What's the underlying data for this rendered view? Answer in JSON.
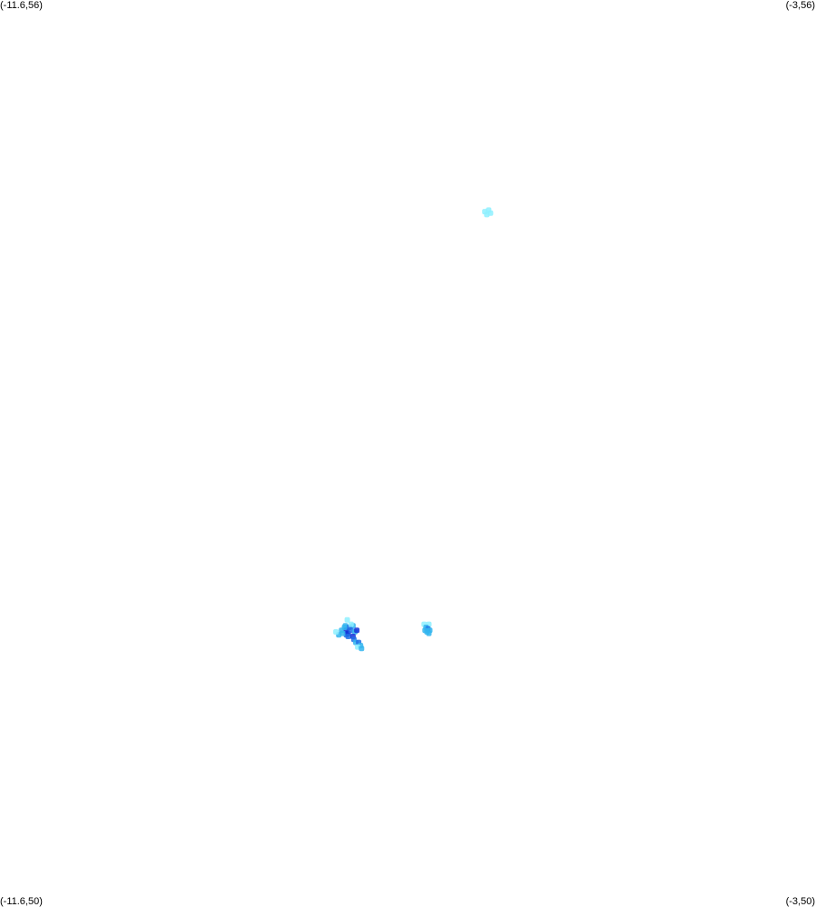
{
  "map": {
    "corners": {
      "top_left": "(-11.6,56)",
      "top_right": "(-3,56)",
      "bottom_left": "(-11.6,50)",
      "bottom_right": "(-3,50)"
    },
    "extent": {
      "lon_min": -11.6,
      "lon_max": -3,
      "lat_min": 50,
      "lat_max": 56
    },
    "colors": {
      "background": "#ffffff",
      "light": "#8ef0ff",
      "medium": "#33b5ee",
      "strong": "#1f6fe6",
      "dark": "#1030d8"
    },
    "points": [
      {
        "lon": -6.49,
        "lat": 54.6,
        "level": "light"
      },
      {
        "lon": -6.45,
        "lat": 54.61,
        "level": "light"
      },
      {
        "lon": -6.47,
        "lat": 54.58,
        "level": "light"
      },
      {
        "lon": -6.43,
        "lat": 54.59,
        "level": "light"
      },
      {
        "lon": -7.94,
        "lat": 51.9,
        "level": "light"
      },
      {
        "lon": -7.96,
        "lat": 51.86,
        "level": "medium"
      },
      {
        "lon": -7.88,
        "lat": 51.86,
        "level": "medium"
      },
      {
        "lon": -8.0,
        "lat": 51.83,
        "level": "medium"
      },
      {
        "lon": -7.95,
        "lat": 51.83,
        "level": "dark"
      },
      {
        "lon": -7.92,
        "lat": 51.85,
        "level": "strong"
      },
      {
        "lon": -7.95,
        "lat": 51.8,
        "level": "strong"
      },
      {
        "lon": -7.93,
        "lat": 51.81,
        "level": "dark"
      },
      {
        "lon": -7.9,
        "lat": 51.83,
        "level": "strong"
      },
      {
        "lon": -7.86,
        "lat": 51.82,
        "level": "medium"
      },
      {
        "lon": -7.84,
        "lat": 51.83,
        "level": "dark"
      },
      {
        "lon": -7.99,
        "lat": 51.81,
        "level": "medium"
      },
      {
        "lon": -8.03,
        "lat": 51.8,
        "level": "medium"
      },
      {
        "lon": -8.06,
        "lat": 51.82,
        "level": "light"
      },
      {
        "lon": -7.93,
        "lat": 51.79,
        "level": "strong"
      },
      {
        "lon": -7.88,
        "lat": 51.79,
        "level": "dark"
      },
      {
        "lon": -7.87,
        "lat": 51.77,
        "level": "strong"
      },
      {
        "lon": -7.85,
        "lat": 51.75,
        "level": "medium"
      },
      {
        "lon": -7.82,
        "lat": 51.75,
        "level": "strong"
      },
      {
        "lon": -7.8,
        "lat": 51.73,
        "level": "medium"
      },
      {
        "lon": -7.83,
        "lat": 51.72,
        "level": "light"
      },
      {
        "lon": -7.79,
        "lat": 51.71,
        "level": "medium"
      },
      {
        "lon": -7.97,
        "lat": 51.85,
        "level": "medium"
      },
      {
        "lon": -7.9,
        "lat": 51.87,
        "level": "light"
      },
      {
        "lon": -7.13,
        "lat": 51.87,
        "level": "light"
      },
      {
        "lon": -7.08,
        "lat": 51.87,
        "level": "light"
      },
      {
        "lon": -7.11,
        "lat": 51.85,
        "level": "medium"
      },
      {
        "lon": -7.09,
        "lat": 51.84,
        "level": "strong"
      },
      {
        "lon": -7.12,
        "lat": 51.83,
        "level": "medium"
      },
      {
        "lon": -7.07,
        "lat": 51.83,
        "level": "medium"
      },
      {
        "lon": -7.1,
        "lat": 51.82,
        "level": "medium"
      },
      {
        "lon": -7.08,
        "lat": 51.81,
        "level": "medium"
      }
    ]
  }
}
